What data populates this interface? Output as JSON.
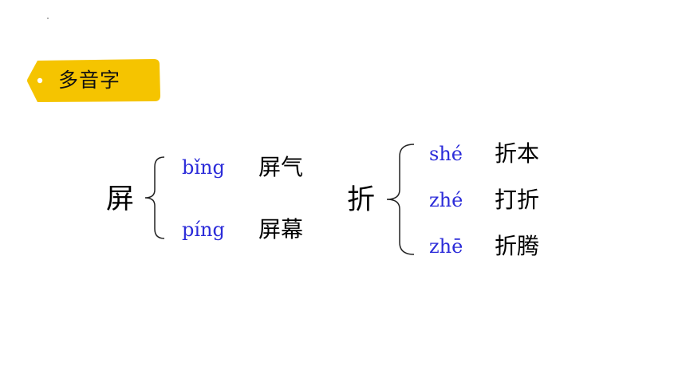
{
  "tag": {
    "label": "多音字",
    "color": "#f5c400"
  },
  "groups": [
    {
      "character": "屏",
      "readings": [
        {
          "pinyin": "bǐng",
          "word": "屏气"
        },
        {
          "pinyin": "píng",
          "word": "屏幕"
        }
      ]
    },
    {
      "character": "折",
      "readings": [
        {
          "pinyin": "shé",
          "word": "折本"
        },
        {
          "pinyin": "zhé",
          "word": "打折"
        },
        {
          "pinyin": "zhē",
          "word": "折腾"
        }
      ]
    }
  ],
  "colors": {
    "pinyin": "#2b2bd9",
    "text": "#000000"
  }
}
